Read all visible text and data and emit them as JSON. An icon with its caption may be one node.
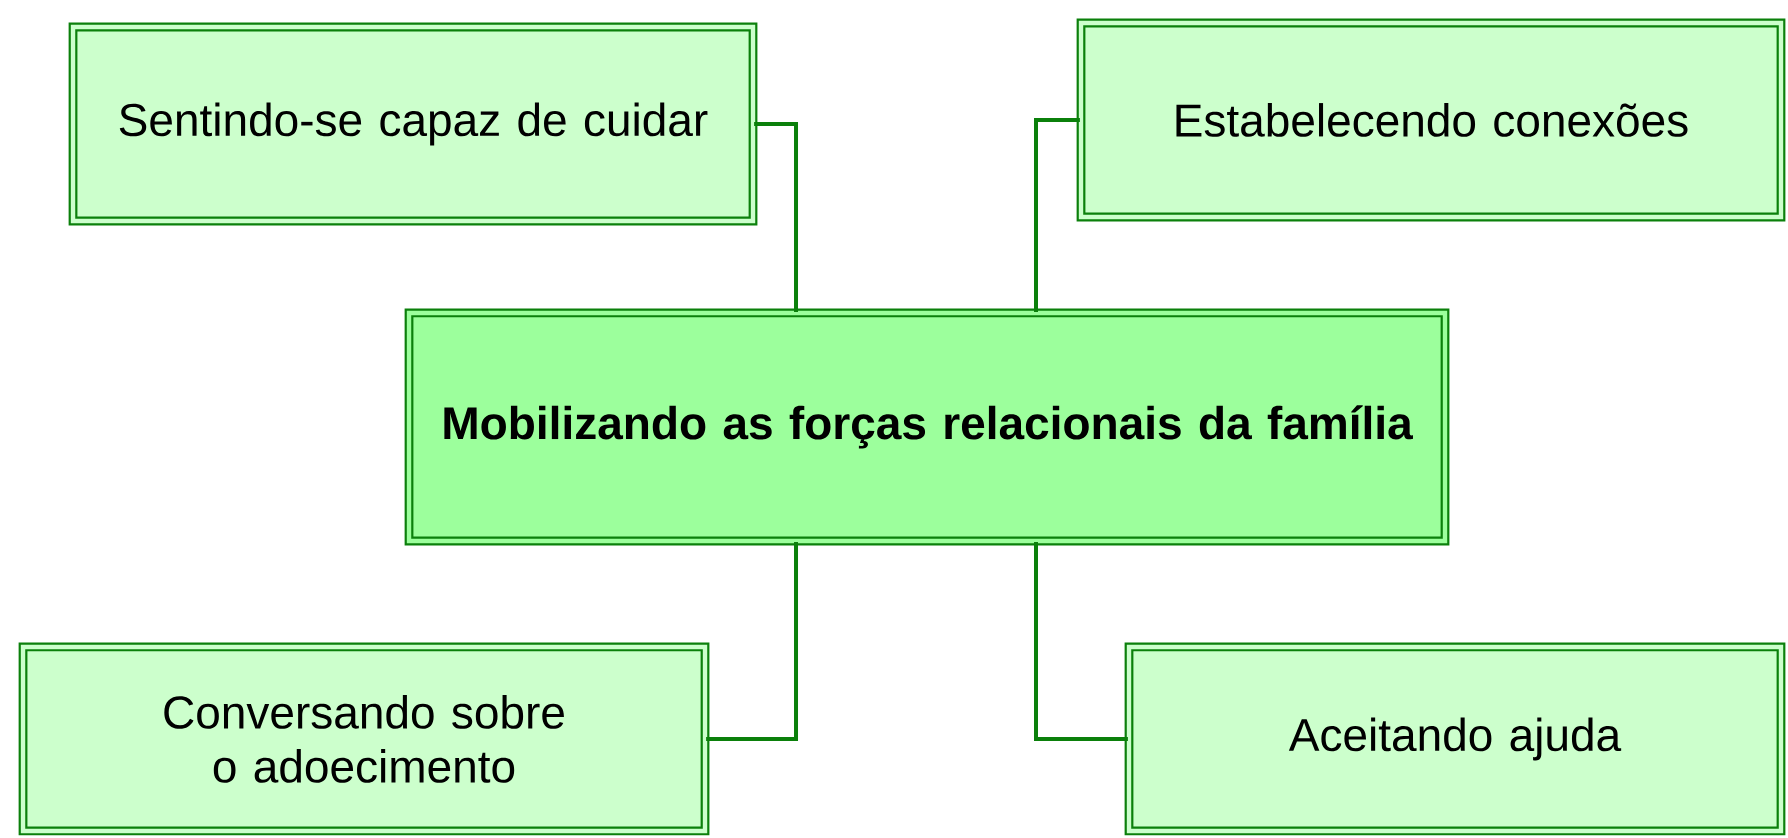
{
  "diagram": {
    "nodes": [
      {
        "text": [
          "Mobilizando as forças relacionais da família"
        ]
      },
      {
        "text": [
          "Sentindo-se capaz de cuidar"
        ]
      },
      {
        "text": [
          "Estabelecendo conexões"
        ]
      },
      {
        "text": [
          "Conversando sobre o adoecimento"
        ]
      },
      {
        "text": [
          "Aceitando ajuda"
        ]
      }
    ],
    "edges": [
      {
        "from": 0,
        "to": 1,
        "arrow": "none"
      },
      {
        "from": 0,
        "to": 2,
        "arrow": "none"
      },
      {
        "from": 0,
        "to": 3,
        "arrow": "none"
      },
      {
        "from": 0,
        "to": 4,
        "arrow": "none"
      }
    ]
  }
}
